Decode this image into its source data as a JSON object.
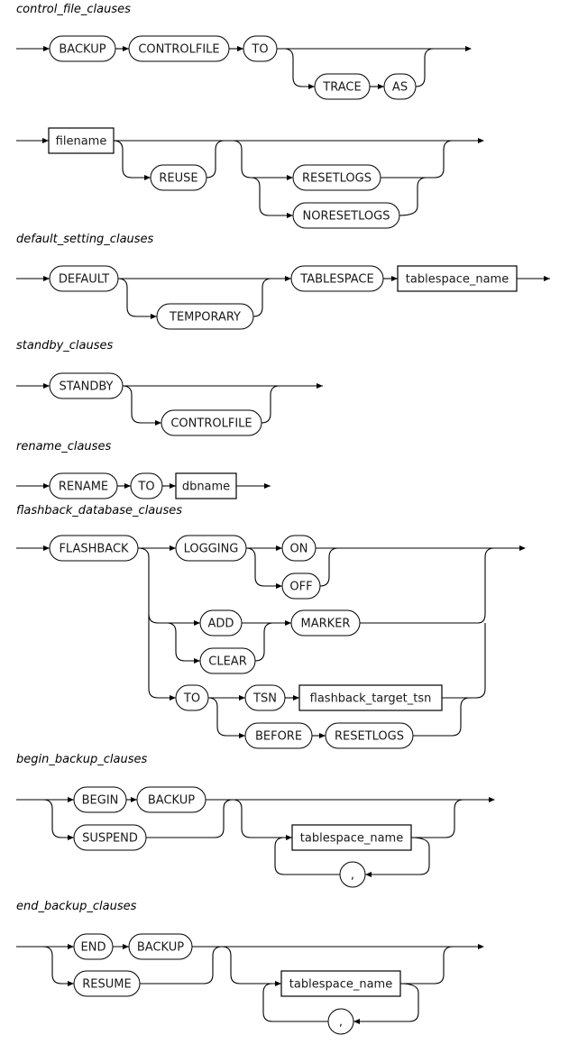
{
  "diagrams": [
    {
      "id": "control_file_clauses",
      "title": "control_file_clauses"
    },
    {
      "id": "default_setting_clauses",
      "title": "default_setting_clauses"
    },
    {
      "id": "standby_clauses",
      "title": "standby_clauses"
    },
    {
      "id": "rename_clauses",
      "title": "rename_clauses"
    },
    {
      "id": "flashback_database_clauses",
      "title": "flashback_database_clauses"
    },
    {
      "id": "begin_backup_clauses",
      "title": "begin_backup_clauses"
    },
    {
      "id": "end_backup_clauses",
      "title": "end_backup_clauses"
    }
  ],
  "tokens": {
    "backup": {
      "text": "BACKUP",
      "kind": "terminal"
    },
    "controlfile": {
      "text": "CONTROLFILE",
      "kind": "terminal"
    },
    "to": {
      "text": "TO",
      "kind": "terminal"
    },
    "trace": {
      "text": "TRACE",
      "kind": "terminal"
    },
    "as": {
      "text": "AS",
      "kind": "terminal"
    },
    "filename": {
      "text": "filename",
      "kind": "nonterminal"
    },
    "reuse": {
      "text": "REUSE",
      "kind": "terminal"
    },
    "resetlogs": {
      "text": "RESETLOGS",
      "kind": "terminal"
    },
    "noresetlogs": {
      "text": "NORESETLOGS",
      "kind": "terminal"
    },
    "default": {
      "text": "DEFAULT",
      "kind": "terminal"
    },
    "temporary": {
      "text": "TEMPORARY",
      "kind": "terminal"
    },
    "tablespace": {
      "text": "TABLESPACE",
      "kind": "terminal"
    },
    "tablespace_name": {
      "text": "tablespace_name",
      "kind": "nonterminal"
    },
    "standby": {
      "text": "STANDBY",
      "kind": "terminal"
    },
    "rename": {
      "text": "RENAME",
      "kind": "terminal"
    },
    "dbname": {
      "text": "dbname",
      "kind": "nonterminal"
    },
    "flashback": {
      "text": "FLASHBACK",
      "kind": "terminal"
    },
    "logging": {
      "text": "LOGGING",
      "kind": "terminal"
    },
    "on": {
      "text": "ON",
      "kind": "terminal"
    },
    "off": {
      "text": "OFF",
      "kind": "terminal"
    },
    "add": {
      "text": "ADD",
      "kind": "terminal"
    },
    "clear": {
      "text": "CLEAR",
      "kind": "terminal"
    },
    "marker": {
      "text": "MARKER",
      "kind": "terminal"
    },
    "tsn": {
      "text": "TSN",
      "kind": "terminal"
    },
    "flashback_target_tsn": {
      "text": "flashback_target_tsn",
      "kind": "nonterminal"
    },
    "before": {
      "text": "BEFORE",
      "kind": "terminal"
    },
    "begin": {
      "text": "BEGIN",
      "kind": "terminal"
    },
    "suspend": {
      "text": "SUSPEND",
      "kind": "terminal"
    },
    "comma": {
      "text": ",",
      "kind": "terminal"
    },
    "end": {
      "text": "END",
      "kind": "terminal"
    },
    "resume": {
      "text": "RESUME",
      "kind": "terminal"
    }
  },
  "colors": {
    "line": "#000000",
    "text": "#1a1a1a",
    "background": "#ffffff"
  }
}
